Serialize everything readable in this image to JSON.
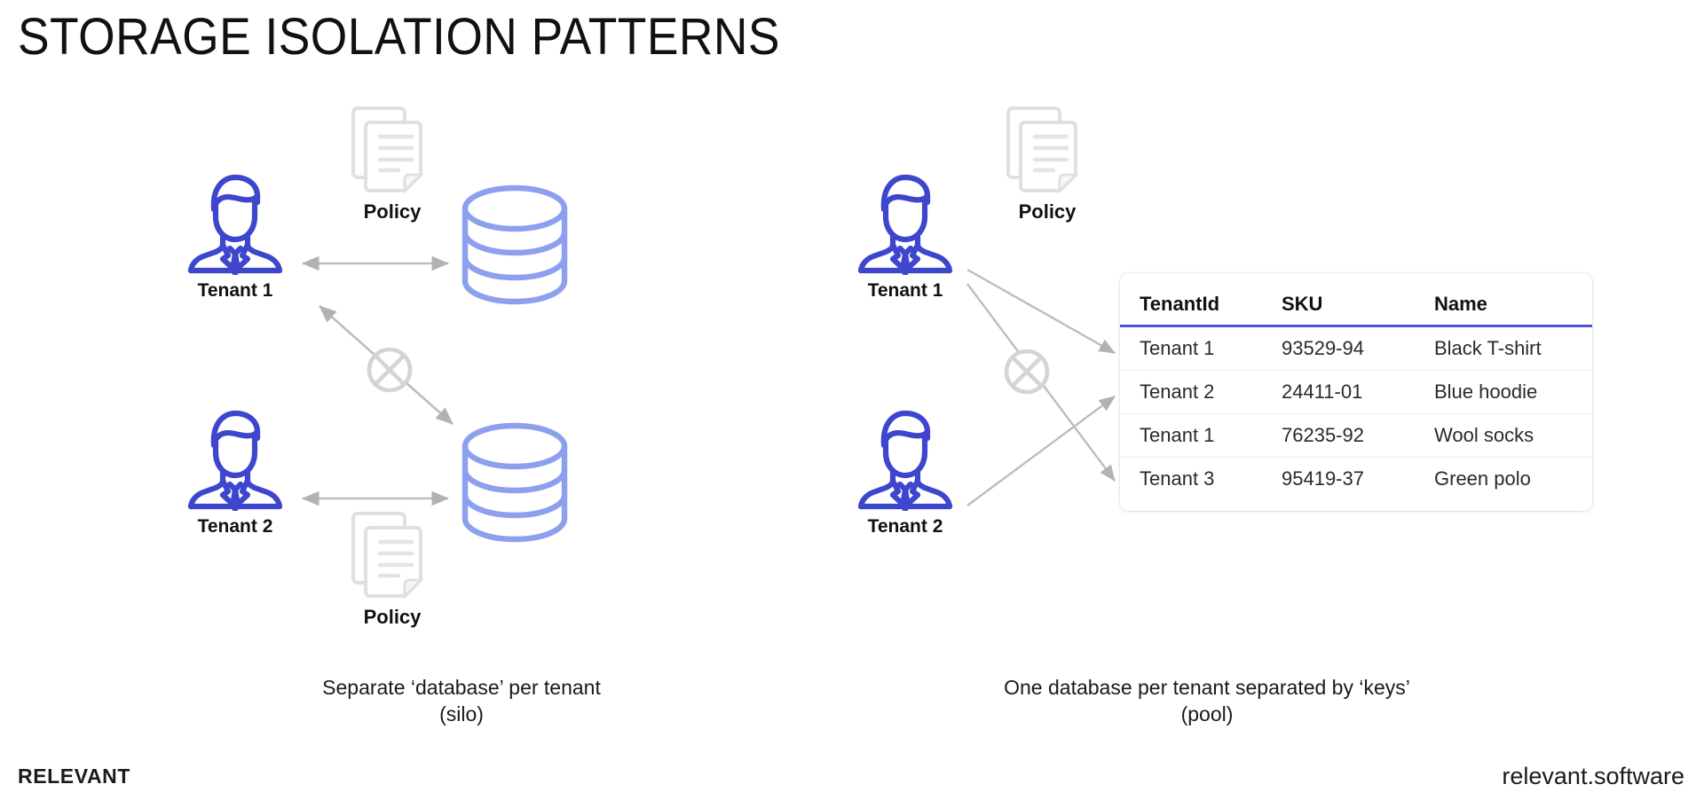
{
  "page": {
    "title": "STORAGE ISOLATION PATTERNS",
    "background": "#ffffff"
  },
  "colors": {
    "tenant_blue": "#3d46cc",
    "database_blue": "#8da0ef",
    "accent_underline": "#4a55e0",
    "connector_gray": "#b8b8b8",
    "policy_gray": "#e2e2e2",
    "text_dark": "#111111"
  },
  "left_panel": {
    "caption_line1": "Separate ‘database’ per tenant",
    "caption_line2": "(silo)",
    "tenants": [
      {
        "label": "Tenant 1",
        "icon": "businessman-icon"
      },
      {
        "label": "Tenant 2",
        "icon": "businessman-icon"
      }
    ],
    "policies": [
      {
        "label": "Policy",
        "icon": "documents-icon"
      },
      {
        "label": "Policy",
        "icon": "documents-icon"
      }
    ],
    "databases": [
      {
        "icon": "database-cylinder-icon"
      },
      {
        "icon": "database-cylinder-icon"
      }
    ],
    "blocked_marker": {
      "icon": "blocked-circle-icon",
      "meaning": "cross-tenant access denied"
    }
  },
  "right_panel": {
    "caption_line1": "One database per tenant separated by ‘keys’",
    "caption_line2": "(pool)",
    "tenants": [
      {
        "label": "Tenant 1",
        "icon": "businessman-icon"
      },
      {
        "label": "Tenant 2",
        "icon": "businessman-icon"
      }
    ],
    "policy": {
      "label": "Policy",
      "icon": "documents-icon"
    },
    "blocked_marker": {
      "icon": "blocked-circle-icon",
      "meaning": "cross-tenant access denied"
    },
    "table": {
      "headers": [
        "TenantId",
        "SKU",
        "Name"
      ],
      "rows": [
        {
          "tenant": "Tenant 1",
          "sku": "93529-94",
          "name": "Black T-shirt"
        },
        {
          "tenant": "Tenant 2",
          "sku": "24411-01",
          "name": "Blue hoodie"
        },
        {
          "tenant": "Tenant 1",
          "sku": "76235-92",
          "name": "Wool socks"
        },
        {
          "tenant": "Tenant 3",
          "sku": "95419-37",
          "name": "Green polo"
        }
      ]
    }
  },
  "footer": {
    "brand": "RELEVANT",
    "site": "relevant.software"
  }
}
